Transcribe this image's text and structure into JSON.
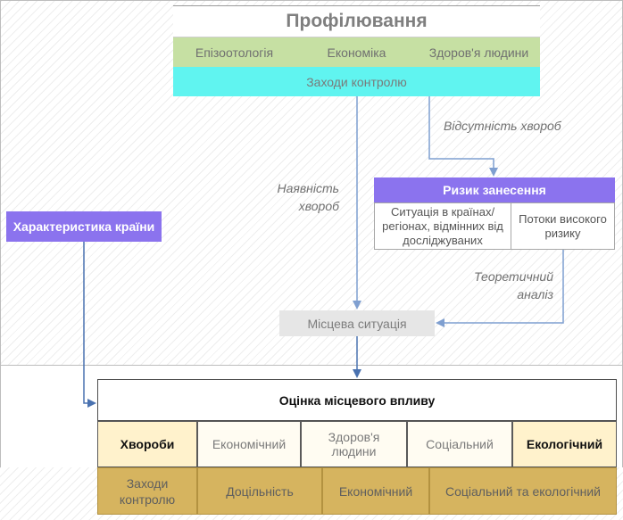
{
  "profiling": {
    "title": "Профілювання",
    "columns": [
      "Епізоотологія",
      "Економіка",
      "Здоров'я людини"
    ],
    "control_measures": "Заходи контролю"
  },
  "labels": {
    "absence": "Відсутність хвороб",
    "presence_line1": "Наявність",
    "presence_line2": "хвороб",
    "theoretical_line1": "Теоретичний",
    "theoretical_line2": "аналіз"
  },
  "risk": {
    "title": "Ризик занесення",
    "cell1": "Ситуація в країнах/ регіонах, відмінних від досліджуваних",
    "cell2": "Потоки високого ризику"
  },
  "country": {
    "title": "Характеристика країни"
  },
  "local": {
    "title": "Місцева ситуація"
  },
  "impact": {
    "title": "Оцінка місцевого впливу",
    "cells": [
      "Хвороби",
      "Економічний",
      "Здоров'я людини",
      "Соціальний",
      "Екологічний"
    ]
  },
  "bottom_row": [
    "Заходи контролю",
    "Доцільність",
    "Економічний",
    "Соціальний та екологічний"
  ],
  "colors": {
    "green": "#c6e0a3",
    "cyan": "#60f4f0",
    "purple": "#8b73ee",
    "tan": "#d6b45f",
    "cream": "#fff2cc",
    "arrow": "#7f9fd0"
  }
}
